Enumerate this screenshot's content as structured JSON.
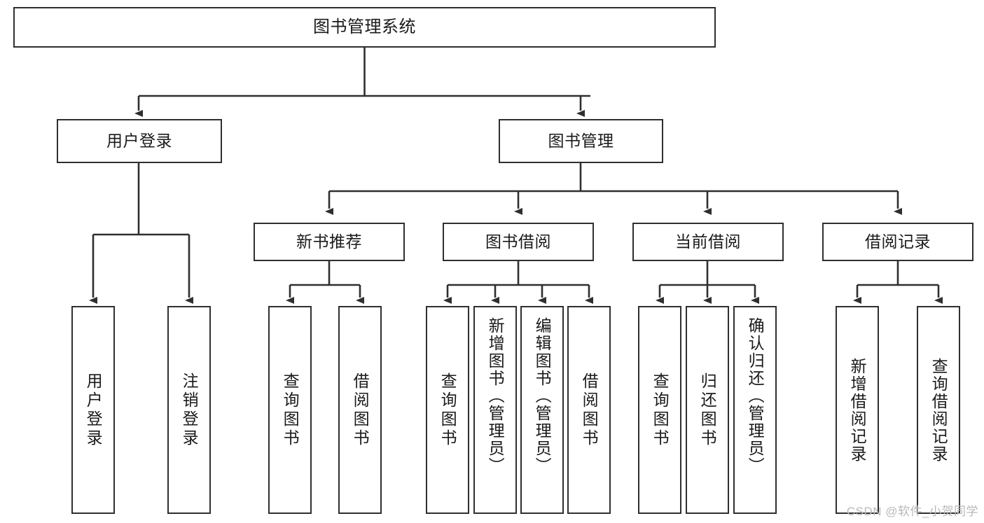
{
  "diagram": {
    "title": "图书管理系统",
    "type": "functional-structure-tree",
    "watermark": "CSDN @软件_小贺同学",
    "colors": {
      "box_border": "#2f2f2f",
      "box_fill": "#ffffff",
      "edge": "#2f2f2f",
      "text": "#1a1a1a",
      "watermark": "#b9b9b9",
      "background": "#ffffff"
    }
  },
  "nodes": {
    "root": {
      "label": "图书管理系统"
    },
    "level2": [
      {
        "id": "user-login",
        "label": "用户登录"
      },
      {
        "id": "book-manage",
        "label": "图书管理"
      }
    ],
    "level3": [
      {
        "id": "new-book-recommend",
        "label": "新书推荐"
      },
      {
        "id": "book-borrow",
        "label": "图书借阅"
      },
      {
        "id": "current-borrow",
        "label": "当前借阅"
      },
      {
        "id": "borrow-record",
        "label": "借阅记录"
      }
    ],
    "leaves": {
      "user_login": [
        {
          "id": "leaf-user-login",
          "label": "用户登录"
        },
        {
          "id": "leaf-logout-login",
          "label": "注销登录"
        }
      ],
      "new_book_recommend": [
        {
          "id": "leaf-query-book-1",
          "label": "查询图书"
        },
        {
          "id": "leaf-borrow-book-1",
          "label": "借阅图书"
        }
      ],
      "book_borrow": [
        {
          "id": "leaf-query-book-2",
          "label": "查询图书"
        },
        {
          "id": "leaf-add-book",
          "label": "新增图书（管理员）"
        },
        {
          "id": "leaf-edit-book",
          "label": "编辑图书（管理员）"
        },
        {
          "id": "leaf-borrow-book-2",
          "label": "借阅图书"
        }
      ],
      "current_borrow": [
        {
          "id": "leaf-query-book-3",
          "label": "查询图书"
        },
        {
          "id": "leaf-return-book",
          "label": "归还图书"
        },
        {
          "id": "leaf-confirm-return",
          "label": "确认归还（管理员）"
        }
      ],
      "borrow_record": [
        {
          "id": "leaf-add-record",
          "label": "新增借阅记录"
        },
        {
          "id": "leaf-query-record",
          "label": "查询借阅记录"
        }
      ]
    }
  },
  "chart_data": {
    "type": "tree",
    "title": "图书管理系统",
    "edges": [
      {
        "from": "图书管理系统",
        "to": "用户登录"
      },
      {
        "from": "图书管理系统",
        "to": "图书管理"
      },
      {
        "from": "用户登录",
        "to": "用户登录"
      },
      {
        "from": "用户登录",
        "to": "注销登录"
      },
      {
        "from": "图书管理",
        "to": "新书推荐"
      },
      {
        "from": "图书管理",
        "to": "图书借阅"
      },
      {
        "from": "图书管理",
        "to": "当前借阅"
      },
      {
        "from": "图书管理",
        "to": "借阅记录"
      },
      {
        "from": "新书推荐",
        "to": "查询图书"
      },
      {
        "from": "新书推荐",
        "to": "借阅图书"
      },
      {
        "from": "图书借阅",
        "to": "查询图书"
      },
      {
        "from": "图书借阅",
        "to": "新增图书（管理员）"
      },
      {
        "from": "图书借阅",
        "to": "编辑图书（管理员）"
      },
      {
        "from": "图书借阅",
        "to": "借阅图书"
      },
      {
        "from": "当前借阅",
        "to": "查询图书"
      },
      {
        "from": "当前借阅",
        "to": "归还图书"
      },
      {
        "from": "当前借阅",
        "to": "确认归还（管理员）"
      },
      {
        "from": "借阅记录",
        "to": "新增借阅记录"
      },
      {
        "from": "借阅记录",
        "to": "查询借阅记录"
      }
    ]
  }
}
